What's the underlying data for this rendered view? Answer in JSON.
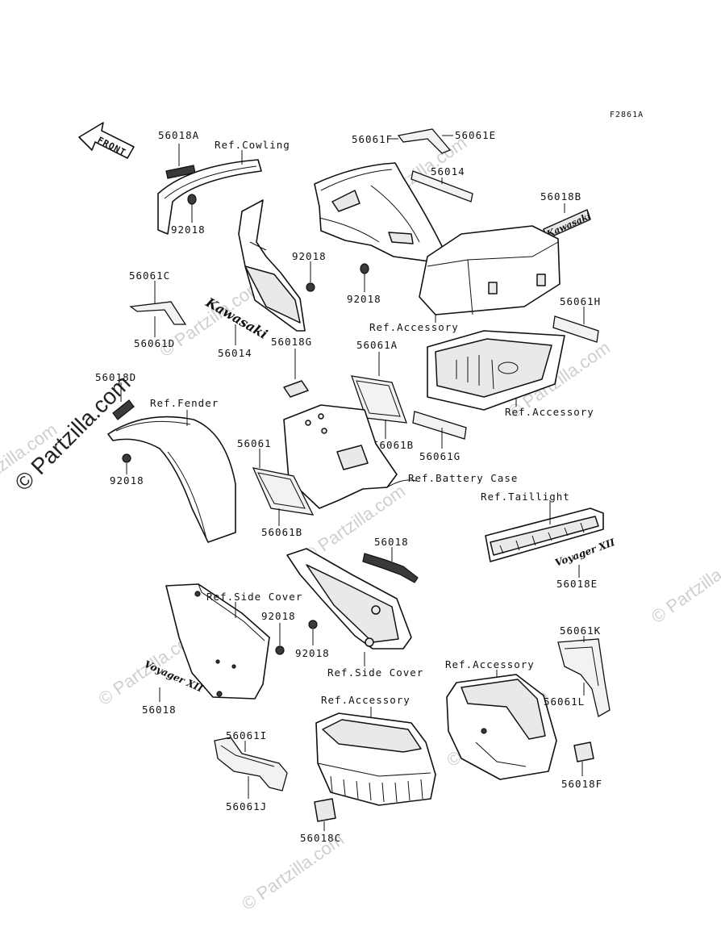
{
  "watermark": "© Partzilla.com",
  "drawing_code": "F2861A",
  "front_arrow": "FRONT",
  "labels": {
    "p56018A": "56018A",
    "refCowling": "Ref.Cowling",
    "p92018_a": "92018",
    "p56061F": "56061F",
    "p56061E": "56061E",
    "p56014_top": "56014",
    "p56018B": "56018B",
    "p92018_b": "92018",
    "p92018_c": "92018",
    "refAccessory_1": "Ref.Accessory",
    "p56061H": "56061H",
    "p56061C": "56061C",
    "p56061D": "56061D",
    "p56014_mid": "56014",
    "p56018G": "56018G",
    "p56061A": "56061A",
    "refAccessory_2": "Ref.Accessory",
    "p56018D": "56018D",
    "refFender": "Ref.Fender",
    "p92018_d": "92018",
    "p56061": "56061",
    "p56061B_a": "56061B",
    "p56061G": "56061G",
    "refBatteryCase": "Ref.Battery Case",
    "p56061B_b": "56061B",
    "refTaillight": "Ref.Taillight",
    "p56018E": "56018E",
    "p56018_a": "56018",
    "refSideCover_1": "Ref.Side Cover",
    "p92018_e": "92018",
    "p92018_f": "92018",
    "refSideCover_2": "Ref.Side Cover",
    "refAccessory_3": "Ref.Accessory",
    "p56061K": "56061K",
    "p56018_b": "56018",
    "refAccessory_4": "Ref.Accessory",
    "p56061L": "56061L",
    "p56061I": "56061I",
    "p56018F": "56018F",
    "p56061J": "56061J",
    "p56018C": "56018C"
  },
  "decals": {
    "kawasaki": "Kawasaki",
    "voyager": "Voyager XII"
  },
  "colors": {
    "ink": "#111111",
    "watermark": "#cfcfcf"
  }
}
